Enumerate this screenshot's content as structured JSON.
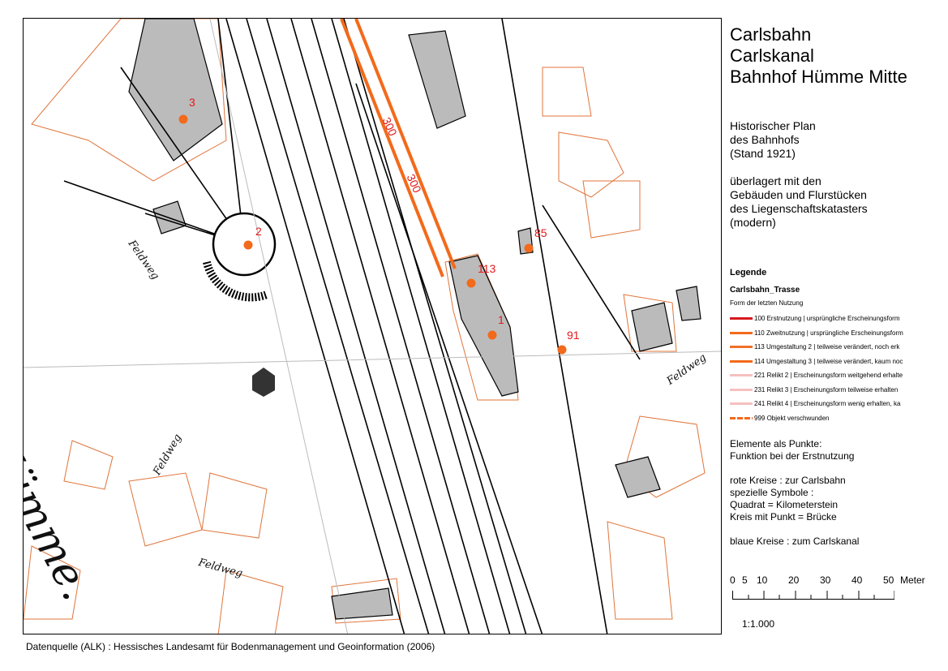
{
  "title": {
    "lines": [
      "Carlsbahn",
      "Carlskanal",
      "Bahnhof Hümme Mitte"
    ]
  },
  "subtitle": {
    "lines": [
      "Historischer Plan",
      "des Bahnhofs",
      "(Stand 1921)",
      "",
      "überlagert mit den",
      "Gebäuden und Flurstücken",
      "des Liegenschaftskatasters",
      "(modern)"
    ]
  },
  "legend": {
    "heading": "Legende",
    "layer": "Carlsbahn_Trasse",
    "field": "Form der letzten Nutzung",
    "items": [
      {
        "label": "100 Erstnutzung | ursprüngliche Erscheinungsform",
        "color": "#d7191c",
        "style": "solid"
      },
      {
        "label": "110 Zweitnutzung | ursprüngliche Erscheinungsform",
        "color": "#f26a1b",
        "style": "solid"
      },
      {
        "label": "113 Umgestaltung 2 | teilweise verändert, noch erk",
        "color": "#f0702a",
        "style": "solid"
      },
      {
        "label": "114 Umgestaltung 3 | teilweise verändert, kaum noc",
        "color": "#f26a1b",
        "style": "solid"
      },
      {
        "label": "221 Relikt 2 | Erscheinungsform weitgehend erhalte",
        "color": "#f6c0c0",
        "style": "solid"
      },
      {
        "label": "231 Relikt 3 | Erscheinungsform teilweise erhalten",
        "color": "#f6c0c0",
        "style": "solid"
      },
      {
        "label": "241 Relikt 4 | Erscheinungsform wenig erhalten, ka",
        "color": "#f6c0c0",
        "style": "solid"
      },
      {
        "label": "999 Objekt verschwunden",
        "color": "#f26a1b",
        "style": "dashed"
      }
    ]
  },
  "points_note": {
    "lines": [
      "Elemente als Punkte:",
      "Funktion bei der Erstnutzung",
      "",
      "rote Kreise : zur Carlsbahn",
      "spezielle Symbole :",
      "Quadrat = Kilometerstein",
      "Kreis mit Punkt = Brücke",
      "",
      "blaue Kreise : zum Carlskanal"
    ]
  },
  "scalebar": {
    "ticks": [
      "0",
      "5",
      "10",
      "20",
      "30",
      "40",
      "50"
    ],
    "unit": "Meter",
    "ratio": "1:1.000"
  },
  "footer": "Datenquelle (ALK) : Hessisches Landesamt für Bodenmanagement und Geoinformation (2006)",
  "map": {
    "point_labels": [
      "3",
      "2",
      "113",
      "1",
      "85",
      "91"
    ],
    "route_labels": [
      "300",
      "300"
    ],
    "place_labels": [
      "Hümme.",
      "Feldweg",
      "Feldweg",
      "Feldweg",
      "Feldweg"
    ],
    "colors": {
      "point": "#f26a1b",
      "route": "#f26a1b",
      "parcel": "#e0743a",
      "label": "#e3191c"
    }
  }
}
